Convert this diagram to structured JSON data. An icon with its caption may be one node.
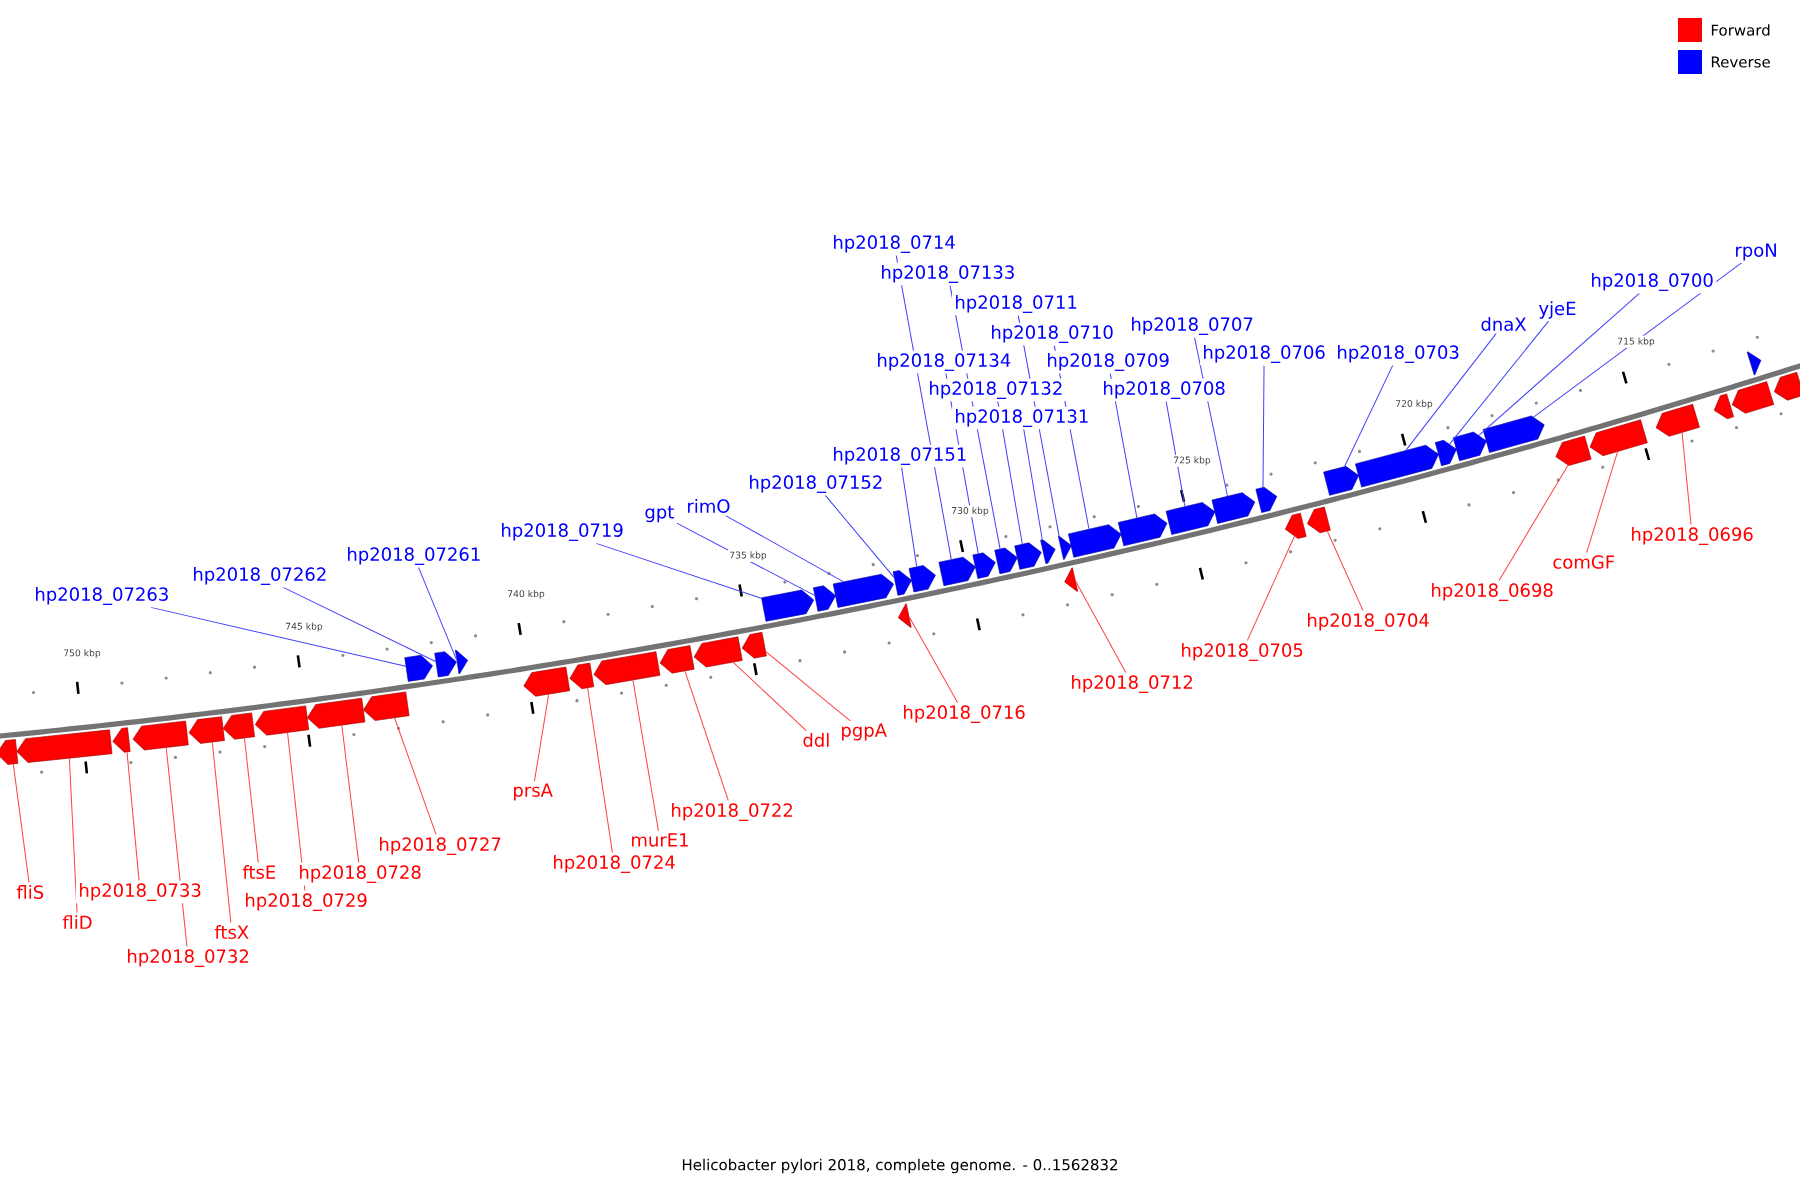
{
  "diagram": {
    "caption": "Helicobacter pylori 2018, complete genome. - 0..1562832",
    "nodes": [
      {
        "text": [
          "fliS"
        ]
      },
      {
        "text": [],
        "shape": "bar"
      },
      {
        "text": [
          "fliD"
        ]
      },
      {
        "text": [],
        "shape": "bar"
      },
      {
        "text": [
          "hp2018_0733"
        ]
      },
      {
        "text": [],
        "shape": "bar"
      },
      {
        "text": [
          "hp2018_0732"
        ]
      },
      {
        "text": [],
        "shape": "bar"
      },
      {
        "text": [
          "ftsX"
        ]
      },
      {
        "text": [],
        "shape": "bar"
      },
      {
        "text": [
          "ftsE"
        ]
      },
      {
        "text": [],
        "shape": "bar"
      },
      {
        "text": [
          "hp2018_0729"
        ]
      },
      {
        "text": [],
        "shape": "bar"
      },
      {
        "text": [
          "hp2018_0728"
        ]
      },
      {
        "text": [],
        "shape": "bar"
      },
      {
        "text": [
          "hp2018_0727"
        ]
      },
      {
        "text": [],
        "shape": "bar"
      },
      {
        "text": [
          "hp2018_07263"
        ]
      },
      {
        "text": [],
        "shape": "bar"
      },
      {
        "text": [
          "hp2018_07262"
        ]
      },
      {
        "text": [],
        "shape": "bar"
      },
      {
        "text": [
          "hp2018_07261"
        ]
      },
      {
        "text": [],
        "shape": "bar"
      },
      {
        "text": [
          "prsA"
        ]
      },
      {
        "text": [],
        "shape": "bar"
      },
      {
        "text": [
          "hp2018_0724"
        ]
      },
      {
        "text": [],
        "shape": "bar"
      },
      {
        "text": [
          "murE1"
        ]
      },
      {
        "text": [],
        "shape": "bar"
      },
      {
        "text": [
          "hp2018_0722"
        ]
      },
      {
        "text": [],
        "shape": "bar"
      },
      {
        "text": [
          "ddl"
        ]
      },
      {
        "text": [],
        "shape": "bar"
      },
      {
        "text": [
          "pgpA"
        ]
      },
      {
        "text": [],
        "shape": "bar"
      },
      {
        "text": [
          "hp2018_0719"
        ]
      },
      {
        "text": [],
        "shape": "bar"
      },
      {
        "text": [
          "gpt"
        ]
      },
      {
        "text": [],
        "shape": "bar"
      },
      {
        "text": [
          "rimO"
        ]
      },
      {
        "text": [],
        "shape": "bar"
      },
      {
        "text": [
          "hp2018_07152"
        ]
      },
      {
        "text": [],
        "shape": "bar"
      },
      {
        "text": [
          "hp2018_0716"
        ]
      },
      {
        "text": [],
        "shape": "bar"
      },
      {
        "text": [
          "hp2018_07151"
        ]
      },
      {
        "text": [],
        "shape": "bar"
      },
      {
        "text": [
          "hp2018_0714"
        ]
      },
      {
        "text": [],
        "shape": "bar"
      },
      {
        "text": [
          "hp2018_07134"
        ]
      },
      {
        "text": [],
        "shape": "bar"
      },
      {
        "text": [
          "hp2018_07133"
        ]
      },
      {
        "text": [],
        "shape": "bar"
      },
      {
        "text": [
          "hp2018_07132"
        ]
      },
      {
        "text": [],
        "shape": "bar"
      },
      {
        "text": [
          "hp2018_07131"
        ]
      },
      {
        "text": [],
        "shape": "bar"
      },
      {
        "text": [
          "hp2018_0711"
        ]
      },
      {
        "text": [],
        "shape": "bar"
      },
      {
        "text": [
          "hp2018_0712"
        ]
      },
      {
        "text": [],
        "shape": "bar"
      },
      {
        "text": [
          "hp2018_0710"
        ]
      },
      {
        "text": [],
        "shape": "bar"
      },
      {
        "text": [
          "hp2018_0709"
        ]
      },
      {
        "text": [],
        "shape": "bar"
      },
      {
        "text": [
          "hp2018_0708"
        ]
      },
      {
        "text": [],
        "shape": "bar"
      },
      {
        "text": [
          "hp2018_0707"
        ]
      },
      {
        "text": [],
        "shape": "bar"
      },
      {
        "text": [
          "hp2018_0706"
        ]
      },
      {
        "text": [],
        "shape": "bar"
      },
      {
        "text": [
          "hp2018_0705"
        ]
      },
      {
        "text": [],
        "shape": "bar"
      },
      {
        "text": [
          "hp2018_0704"
        ]
      },
      {
        "text": [],
        "shape": "bar"
      },
      {
        "text": [
          "hp2018_0703"
        ]
      },
      {
        "text": [],
        "shape": "bar"
      },
      {
        "text": [
          "dnaX"
        ]
      },
      {
        "text": [],
        "shape": "bar"
      },
      {
        "text": [
          "yjeE"
        ]
      },
      {
        "text": [],
        "shape": "bar"
      },
      {
        "text": [
          "hp2018_0700"
        ]
      },
      {
        "text": [],
        "shape": "bar"
      },
      {
        "text": [
          "rpoN"
        ]
      },
      {
        "text": [],
        "shape": "bar"
      },
      {
        "text": [
          "hp2018_0698"
        ]
      },
      {
        "text": [],
        "shape": "bar"
      },
      {
        "text": [
          "comGF"
        ]
      },
      {
        "text": [],
        "shape": "bar"
      },
      {
        "text": [
          "hp2018_0696"
        ]
      },
      {
        "text": [],
        "shape": "bar"
      },
      {
        "text": [],
        "shape": "bar"
      },
      {
        "text": [],
        "shape": "bar"
      },
      {
        "text": [],
        "shape": "bar"
      },
      {
        "text": [],
        "shape": "bar"
      }
    ],
    "edges": [
      {
        "from": 0,
        "to": 1,
        "arrow": "none",
        "color": "#ff4040"
      },
      {
        "from": 2,
        "to": 3,
        "arrow": "none",
        "color": "#ff4040"
      },
      {
        "from": 4,
        "to": 5,
        "arrow": "none",
        "color": "#ff4040"
      },
      {
        "from": 6,
        "to": 7,
        "arrow": "none",
        "color": "#ff4040"
      },
      {
        "from": 8,
        "to": 9,
        "arrow": "none",
        "color": "#ff4040"
      },
      {
        "from": 10,
        "to": 11,
        "arrow": "none",
        "color": "#ff4040"
      },
      {
        "from": 12,
        "to": 13,
        "arrow": "none",
        "color": "#ff4040"
      },
      {
        "from": 14,
        "to": 15,
        "arrow": "none",
        "color": "#ff4040"
      },
      {
        "from": 16,
        "to": 17,
        "arrow": "none",
        "color": "#ff4040"
      },
      {
        "from": 18,
        "to": 19,
        "arrow": "none"
      },
      {
        "from": 20,
        "to": 21,
        "arrow": "none"
      },
      {
        "from": 22,
        "to": 23,
        "arrow": "none"
      },
      {
        "from": 24,
        "to": 25,
        "arrow": "none",
        "color": "#ff4040"
      },
      {
        "from": 26,
        "to": 27,
        "arrow": "none",
        "color": "#ff4040"
      },
      {
        "from": 28,
        "to": 29,
        "arrow": "none",
        "color": "#ff4040"
      },
      {
        "from": 30,
        "to": 31,
        "arrow": "none",
        "color": "#ff4040"
      },
      {
        "from": 32,
        "to": 33,
        "arrow": "none",
        "color": "#ff4040"
      },
      {
        "from": 34,
        "to": 35,
        "arrow": "none",
        "color": "#ff4040"
      },
      {
        "from": 36,
        "to": 37,
        "arrow": "none"
      },
      {
        "from": 38,
        "to": 39,
        "arrow": "none"
      },
      {
        "from": 40,
        "to": 41,
        "arrow": "none"
      },
      {
        "from": 42,
        "to": 43,
        "arrow": "none"
      },
      {
        "from": 44,
        "to": 45,
        "arrow": "none",
        "color": "#ff4040"
      },
      {
        "from": 46,
        "to": 47,
        "arrow": "none"
      },
      {
        "from": 48,
        "to": 49,
        "arrow": "none"
      },
      {
        "from": 50,
        "to": 51,
        "arrow": "none"
      },
      {
        "from": 52,
        "to": 53,
        "arrow": "none"
      },
      {
        "from": 54,
        "to": 55,
        "arrow": "none"
      },
      {
        "from": 56,
        "to": 57,
        "arrow": "none"
      },
      {
        "from": 58,
        "to": 59,
        "arrow": "none"
      },
      {
        "from": 60,
        "to": 61,
        "arrow": "none",
        "color": "#ff4040"
      },
      {
        "from": 62,
        "to": 63,
        "arrow": "none"
      },
      {
        "from": 64,
        "to": 65,
        "arrow": "none"
      },
      {
        "from": 66,
        "to": 67,
        "arrow": "none"
      },
      {
        "from": 68,
        "to": 69,
        "arrow": "none"
      },
      {
        "from": 70,
        "to": 71,
        "arrow": "none"
      },
      {
        "from": 72,
        "to": 73,
        "arrow": "none",
        "color": "#ff4040"
      },
      {
        "from": 74,
        "to": 75,
        "arrow": "none",
        "color": "#ff4040"
      },
      {
        "from": 76,
        "to": 77,
        "arrow": "none"
      },
      {
        "from": 78,
        "to": 79,
        "arrow": "none"
      },
      {
        "from": 80,
        "to": 81,
        "arrow": "none"
      },
      {
        "from": 82,
        "to": 83,
        "arrow": "none"
      },
      {
        "from": 84,
        "to": 85,
        "arrow": "none"
      },
      {
        "from": 86,
        "to": 87,
        "arrow": "none",
        "color": "#ff4040"
      },
      {
        "from": 88,
        "to": 89,
        "arrow": "none",
        "color": "#ff4040"
      },
      {
        "from": 90,
        "to": 91,
        "arrow": "none",
        "color": "#ff4040"
      }
    ],
    "labels": [
      "750 kbp",
      "745 kbp",
      "740 kbp",
      "735 kbp",
      "730 kbp",
      "725 kbp",
      "720 kbp",
      "715 kbp"
    ],
    "legend": [
      {
        "text": "Forward",
        "color": "#ff0000"
      },
      {
        "text": "Reverse",
        "color": "#0000ff"
      }
    ]
  }
}
